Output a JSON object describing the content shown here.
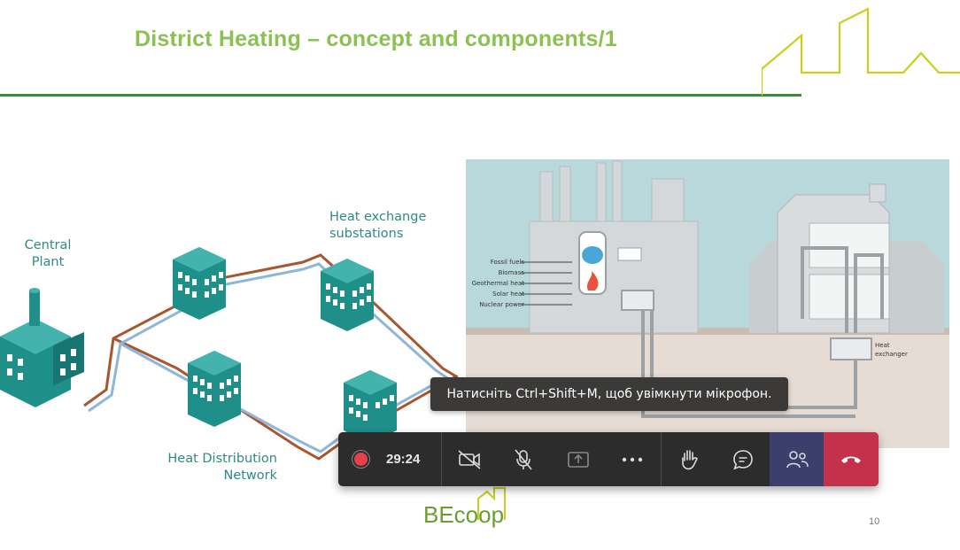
{
  "slide": {
    "title": "District Heating – concept and components/1",
    "page_number": "10",
    "logo_text": "BEcoop"
  },
  "diagram": {
    "central_plant_label": "Central\nPlant",
    "substations_label": "Heat exchange\nsubstations",
    "network_label": "Heat Distribution\nNetwork"
  },
  "plant_illustration": {
    "sources": [
      "Fossil fuels",
      "Biomass",
      "Geothermal heat",
      "Solar heat",
      "Nuclear power"
    ],
    "heat_exchanger_label": "Heat\nexchanger"
  },
  "tooltip": {
    "text": "Натисніть Ctrl+Shift+M, щоб увімкнути мікрофон."
  },
  "call_controls": {
    "timer": "29:24",
    "icons": [
      "record-dot-icon",
      "camera-off-icon",
      "mic-off-icon",
      "share-screen-icon",
      "more-icon",
      "raise-hand-icon",
      "chat-icon",
      "participants-icon",
      "hang-up-icon"
    ]
  },
  "colors": {
    "title_green": "#8cc152",
    "divider_green": "#3b8a3e",
    "teal": "#2e8a84",
    "callbar_bg": "#2d2c2c",
    "hangup_red": "#c4314b",
    "participants_active": "#3a3f6b"
  }
}
